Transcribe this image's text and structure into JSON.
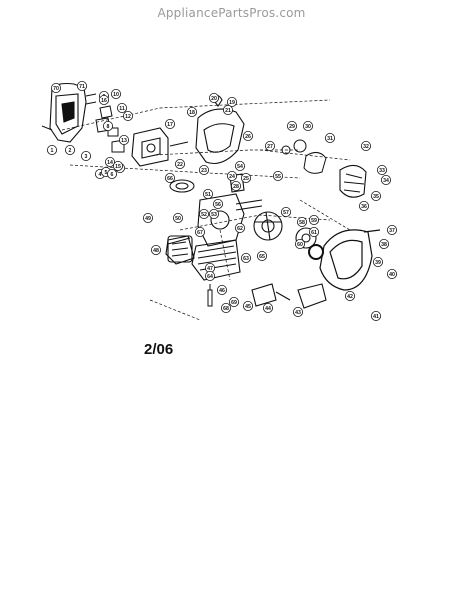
{
  "watermark": "AppliancePartsPros.com",
  "diagram_date": "2/06",
  "callouts": [
    "1",
    "2",
    "3",
    "4",
    "5",
    "6",
    "7",
    "8",
    "9",
    "10",
    "11",
    "12",
    "13",
    "14",
    "15",
    "16",
    "17",
    "18",
    "19",
    "20",
    "21",
    "22",
    "23",
    "24",
    "25",
    "26",
    "27",
    "28",
    "29",
    "30",
    "31",
    "32",
    "33",
    "34",
    "35",
    "36",
    "37",
    "38",
    "39",
    "40",
    "41",
    "42",
    "43",
    "44",
    "45",
    "46",
    "47",
    "48",
    "49",
    "50",
    "51",
    "52",
    "53",
    "54",
    "55",
    "56",
    "57",
    "58",
    "59",
    "60",
    "61",
    "62",
    "63",
    "64",
    "65",
    "66",
    "67",
    "68",
    "69",
    "70",
    "71"
  ],
  "colors": {
    "ink": "#111111",
    "watermark": "#9a9a9a",
    "paper": "#ffffff"
  }
}
